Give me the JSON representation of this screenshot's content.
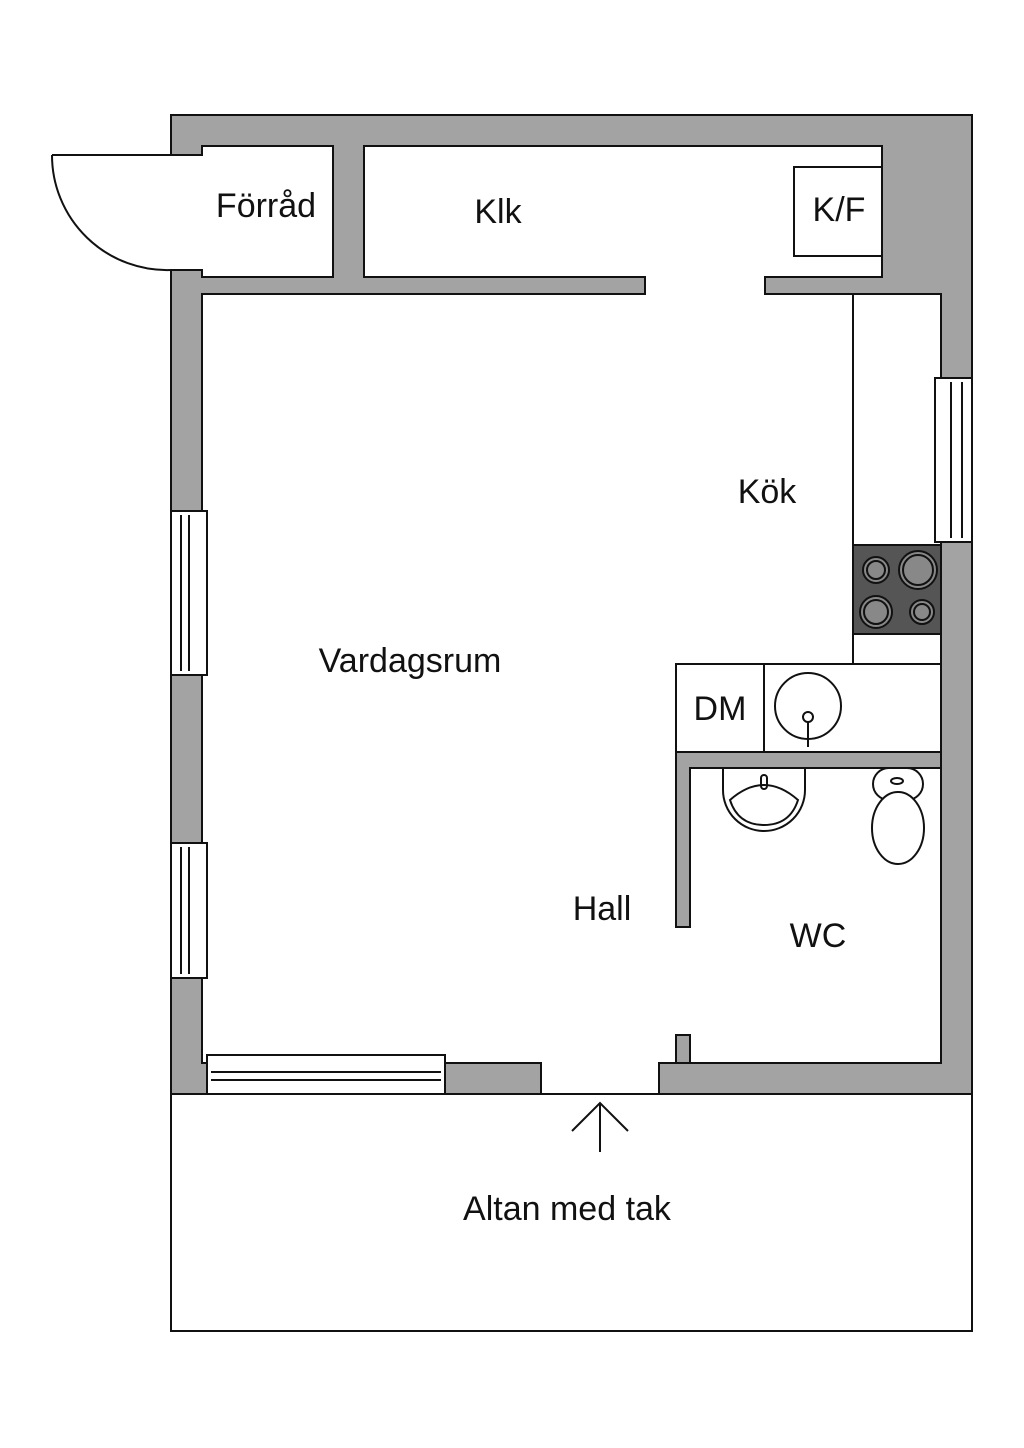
{
  "rooms": {
    "forrad": "Förråd",
    "klk": "Klk",
    "kf": "K/F",
    "kok": "Kök",
    "vardagsrum": "Vardagsrum",
    "dm": "DM",
    "hall": "Hall",
    "wc": "WC",
    "altan": "Altan med tak"
  },
  "colors": {
    "wall": "#a3a3a3",
    "stove": "#555555",
    "line": "#111111"
  }
}
